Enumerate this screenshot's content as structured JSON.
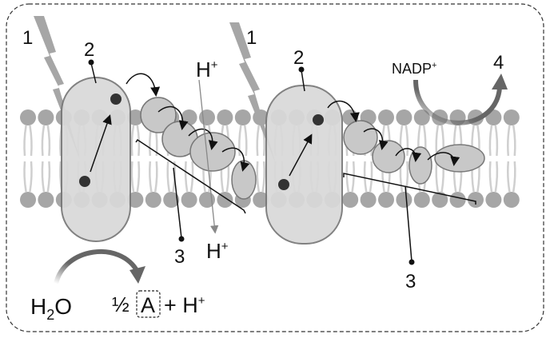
{
  "labels": {
    "light_1_left": "1",
    "light_1_right": "1",
    "label_2_left": "2",
    "label_2_right": "2",
    "label_3_left": "3",
    "label_3_right": "3",
    "label_4": "4",
    "h_plus_top": "H",
    "h_plus_bottom": "H",
    "plus_sup": "+",
    "nadp": "NADP",
    "water_h": "H",
    "water_sub": "2",
    "water_o": "O",
    "half": "½",
    "product_a": "A",
    "plus_h": "+ H"
  },
  "colors": {
    "protein": "#d9d9d9",
    "protein_stroke": "#777777",
    "lipid": "#a6a6a6",
    "lightning": "#a6a6a6",
    "arrow": "#666666"
  }
}
